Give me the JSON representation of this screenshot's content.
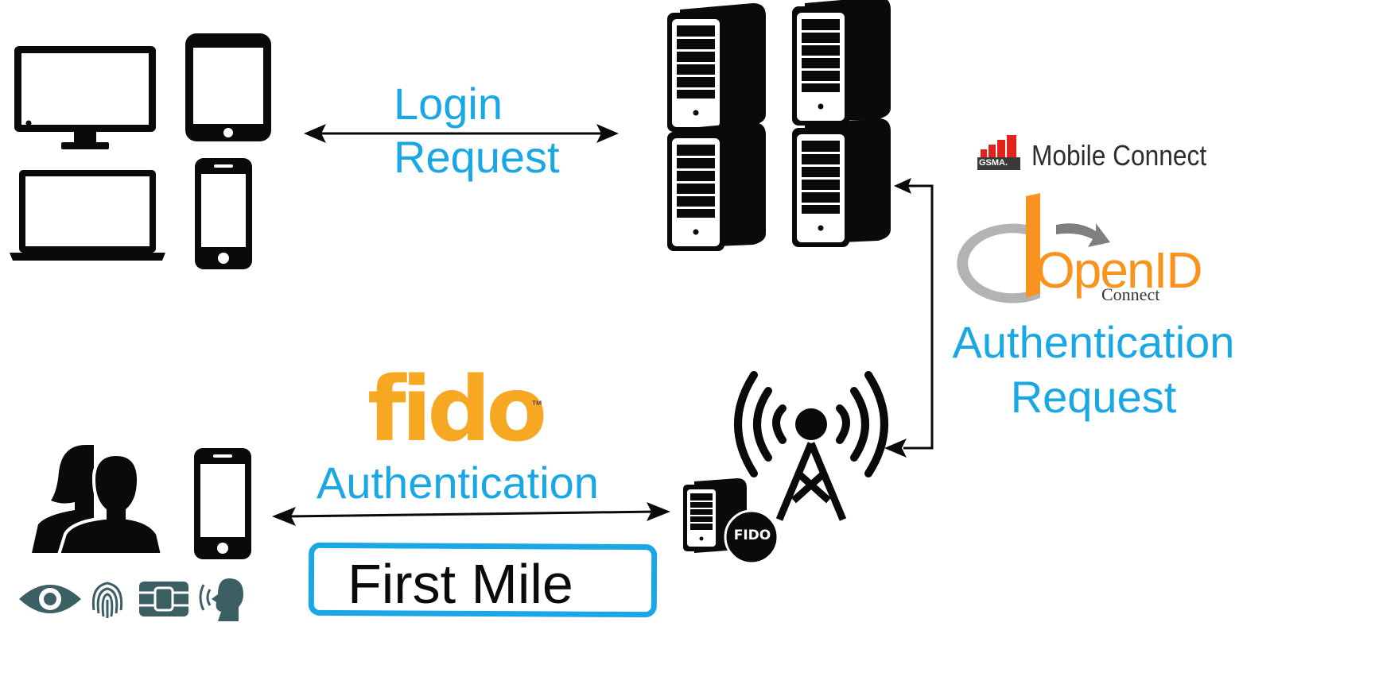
{
  "labels": {
    "login_line1": "Login",
    "login_line2": "Request",
    "fido_auth": "Authentication",
    "first_mile": "First Mile",
    "auth_req_line1": "Authentication",
    "auth_req_line2": "Request"
  },
  "logos": {
    "gsma_badge": "GSMA.",
    "mobile_connect": "Mobile Connect",
    "openid": "OpenID",
    "openid_connect": "Connect",
    "fido_wordmark": "fido",
    "fido_tm": "™",
    "fido_badge": "FIDO"
  },
  "colors": {
    "label_blue": "#1aa7e6",
    "fido_orange": "#f7a823",
    "openid_orange": "#f7931e",
    "openid_gray": "#b3b3b3",
    "gsma_red": "#e2231a",
    "icon_black": "#0a0a0a",
    "icon_teal": "#3c5f63"
  },
  "icons": [
    "desktop-monitor-icon",
    "tablet-icon",
    "laptop-icon",
    "smartphone-icon",
    "server-tower-icon",
    "users-icon",
    "eye-icon",
    "fingerprint-icon",
    "smart-card-icon",
    "voice-icon",
    "radio-tower-icon",
    "fido-server-icon"
  ]
}
